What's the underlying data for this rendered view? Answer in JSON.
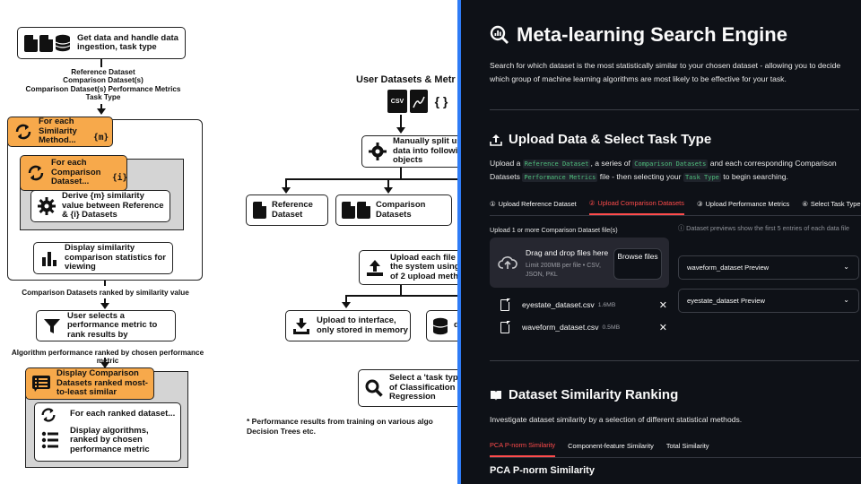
{
  "flowchart": {
    "step_ingest": "Get data and handle data ingestion, task type",
    "inputs_label": [
      "Reference Dataset",
      "Comparison Dataset(s)",
      "Comparison Dataset(s) Performance Metrics",
      "Task Type"
    ],
    "for_each_method": "For each Similarity Method...",
    "method_tag": "{m}",
    "for_each_comparison": "For each Comparison Dataset...",
    "comparison_tag": "{i}",
    "derive": "Derive {m} similarity value between Reference & {i} Datasets",
    "display_stats": "Display similarity comparison statistics for viewing",
    "ranked_label": "Comparison Datasets ranked by similarity value",
    "select_metric": "User selects a performance metric to rank results by",
    "algo_ranked_label": "Algorithm performance ranked by chosen performance metric",
    "display_ranked": "Display Comparison Datasets ranked most-to-least similar",
    "for_each_ranked": "For each ranked dataset...",
    "display_algorithms": "Display algorithms, ranked by chosen performance metric",
    "user_datasets_title": "User Datasets & Metr",
    "csv_icon": "CSV",
    "json_icon": "{ }",
    "manually_split": "Manually split us data into followi objects",
    "reference_dataset": "Reference Dataset",
    "comparison_datasets": "Comparison Datasets",
    "upload_each": "Upload each file t the system using of 2 upload metho",
    "upload_interface": "Upload to interface, only stored in memory",
    "upload_db": "d",
    "select_task": "Select a 'task typ of Classification o Regression",
    "footnote": "* Performance results from training on various algo Decision Trees etc."
  },
  "app": {
    "title": "Meta-learning Search Engine",
    "description": "Search for which dataset is the most statistically similar to your chosen dataset - allowing you to decide which group of machine learning algorithms are most likely to be effective for your task.",
    "upload_section": {
      "title": "Upload Data & Select Task Type",
      "desc_1": "Upload a",
      "code_reference": "Reference Dataset",
      "desc_2": ", a series of",
      "code_comparison": "Comparison Datasets",
      "desc_3": "and each corresponding Comparison Datasets",
      "code_metrics": "Performance Metrics",
      "desc_4": "file - then selecting your",
      "code_task": "Task Type",
      "desc_5": "to begin searching.",
      "tabs": [
        {
          "label": "Upload Reference Dataset",
          "icon": "①"
        },
        {
          "label": "Upload Comparison Datasets",
          "icon": "②"
        },
        {
          "label": "Upload Performance Metrics",
          "icon": "③"
        },
        {
          "label": "Select Task Type",
          "icon": "④"
        }
      ],
      "uploader_label": "Upload 1 or more Comparison Dataset file(s)",
      "dropzone_title": "Drag and drop files here",
      "dropzone_limits": "Limit 200MB per file • CSV, JSON, PKL",
      "browse_label": "Browse files",
      "files": [
        {
          "name": "eyestate_dataset.csv",
          "size": "1.6MB"
        },
        {
          "name": "waveform_dataset.csv",
          "size": "0.5MB"
        }
      ],
      "preview_note": "ⓘ Dataset previews show the first 5 entries of each data file",
      "previews": [
        "waveform_dataset Preview",
        "eyestate_dataset Preview"
      ]
    },
    "similarity_section": {
      "title": "Dataset Similarity Ranking",
      "description": "Investigate dataset similarity by a selection of different statistical methods.",
      "tabs": [
        "PCA P-norm Similarity",
        "Component-feature Similarity",
        "Total Similarity"
      ],
      "subtitle": "PCA P-norm Similarity"
    }
  },
  "colors": {
    "accent_blue": "#2f7cf6",
    "app_bg": "#0e1117",
    "tab_active": "#ff4b4b",
    "orange_box": "#f7a94b",
    "code_green": "#4fbf7d"
  }
}
